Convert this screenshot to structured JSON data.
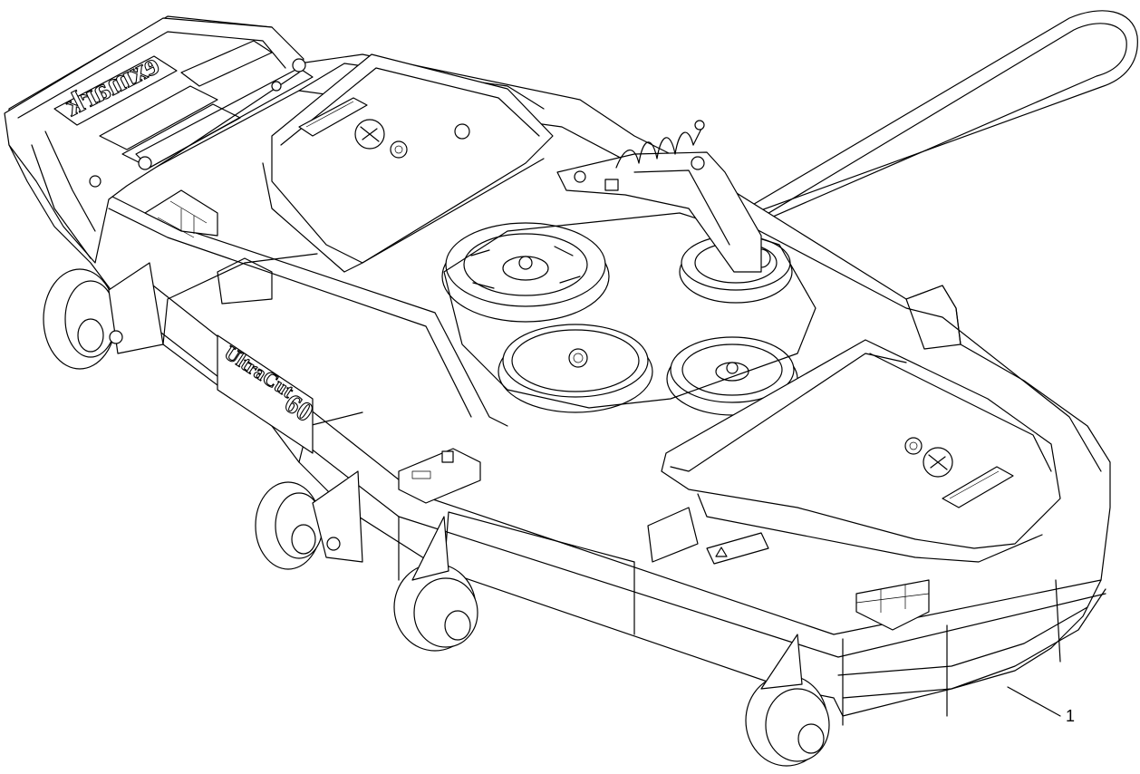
{
  "callouts": [
    {
      "label": "1"
    }
  ],
  "decals": {
    "brand": "exmark",
    "deck_brand": "UltraCut",
    "deck_size": "60"
  }
}
